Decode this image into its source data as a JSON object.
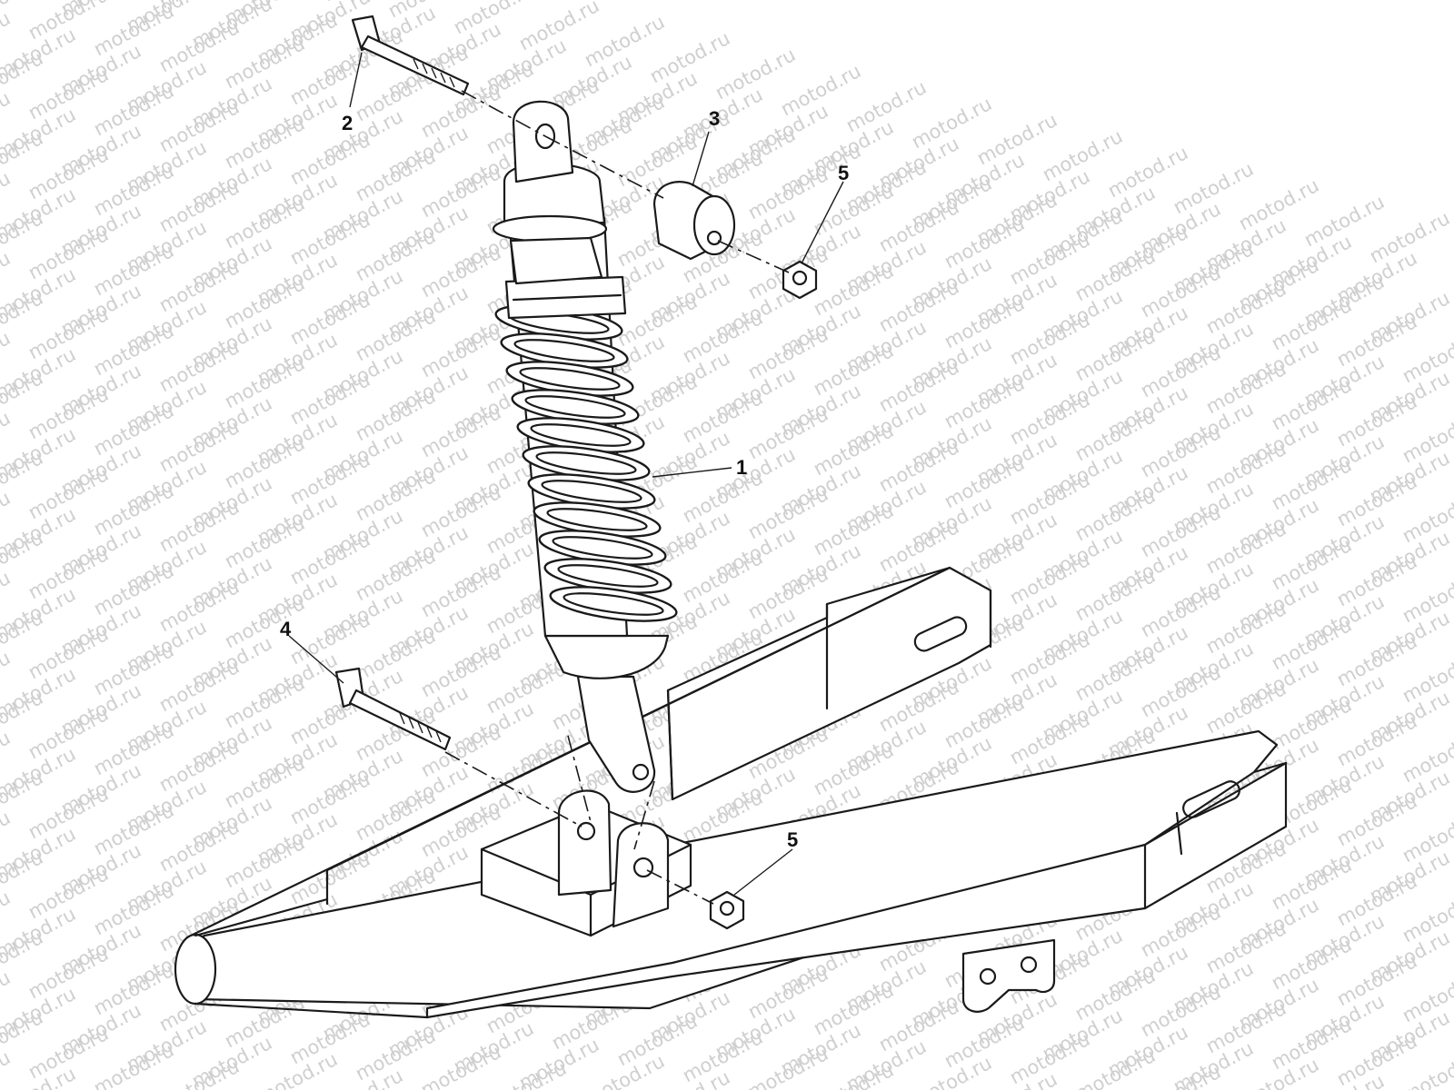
{
  "diagram": {
    "watermark_text": "motod.ru",
    "callouts": [
      {
        "id": "c1",
        "label": "1"
      },
      {
        "id": "c2",
        "label": "2"
      },
      {
        "id": "c3",
        "label": "3"
      },
      {
        "id": "c4",
        "label": "4"
      },
      {
        "id": "c5a",
        "label": "5"
      },
      {
        "id": "c5b",
        "label": "5"
      }
    ],
    "parts": [
      {
        "callout": "1",
        "icon": "shock-absorber-icon"
      },
      {
        "callout": "2",
        "icon": "upper-bolt-icon"
      },
      {
        "callout": "3",
        "icon": "spacer-bushing-icon"
      },
      {
        "callout": "4",
        "icon": "lower-bolt-icon"
      },
      {
        "callout": "5",
        "icon": "flange-nut-icon"
      }
    ],
    "colors": {
      "line": "#1a1a1a",
      "watermark": "#cfcfcf",
      "background": "#ffffff"
    }
  }
}
